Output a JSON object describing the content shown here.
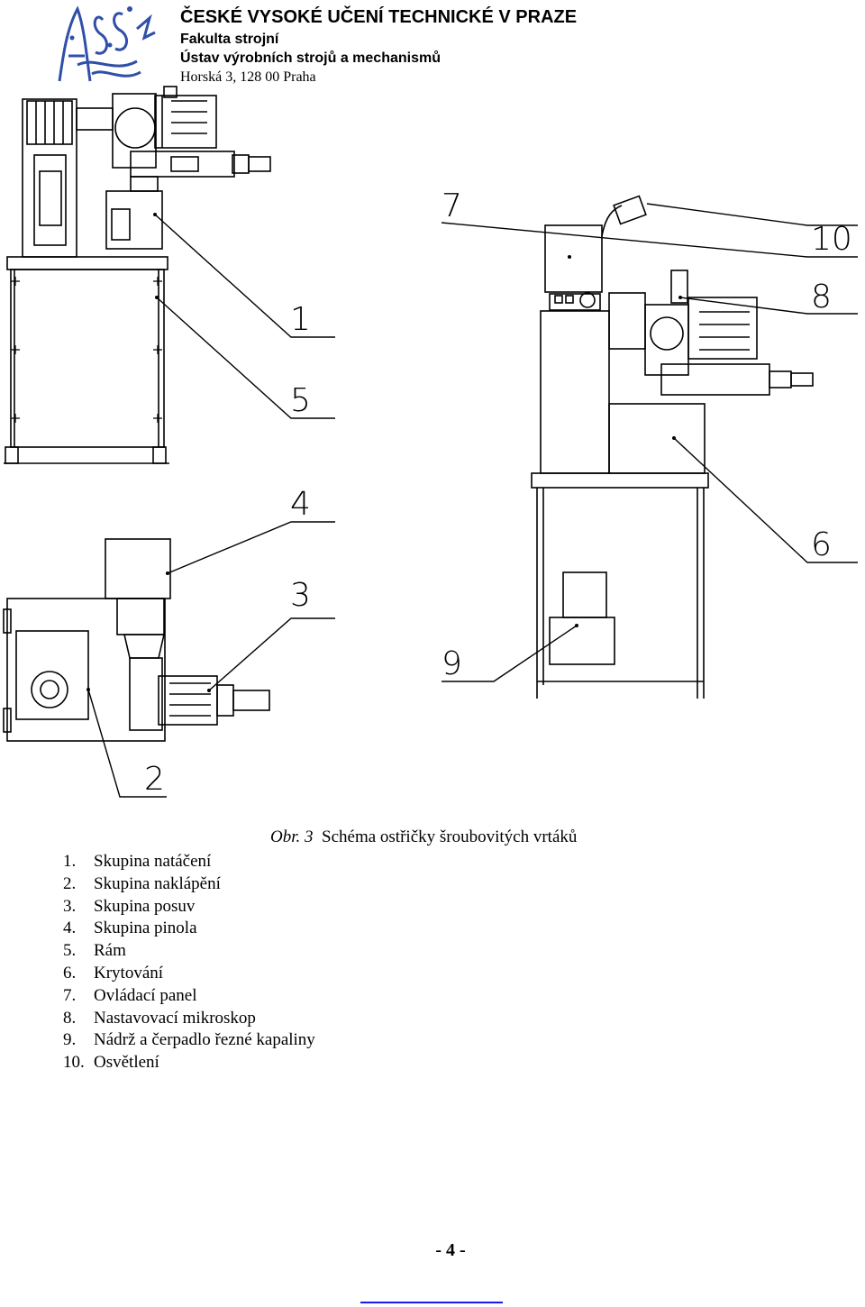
{
  "header": {
    "university": "ČESKÉ VYSOKÉ UČENÍ TECHNICKÉ V PRAZE",
    "faculty": "Fakulta strojní",
    "institute": "Ústav výrobních strojů a mechanismů",
    "address": "Horská 3, 128 00 Praha"
  },
  "figure": {
    "callouts": [
      "1",
      "2",
      "3",
      "4",
      "5",
      "6",
      "7",
      "8",
      "9",
      "10"
    ],
    "caption_prefix": "Obr. 3",
    "caption_text": "Schéma ostřičky šroubovitých vrtáků"
  },
  "legend": [
    {
      "num": "1.",
      "label": "Skupina natáčení"
    },
    {
      "num": "2.",
      "label": "Skupina naklápění"
    },
    {
      "num": "3.",
      "label": "Skupina posuv"
    },
    {
      "num": "4.",
      "label": "Skupina pinola"
    },
    {
      "num": "5.",
      "label": "Rám"
    },
    {
      "num": "6.",
      "label": "Krytování"
    },
    {
      "num": "7.",
      "label": "Ovládací panel"
    },
    {
      "num": "8.",
      "label": "Nastavovací mikroskop"
    },
    {
      "num": "9.",
      "label": "Nádrž a čerpadlo řezné kapaliny"
    },
    {
      "num": "10.",
      "label": "Osvětlení"
    }
  ],
  "footer": {
    "page_number": "- 4 -"
  },
  "colors": {
    "logo_blue": "#2f4fa8",
    "line": "#000000",
    "footer_rule": "#1a1aee"
  }
}
